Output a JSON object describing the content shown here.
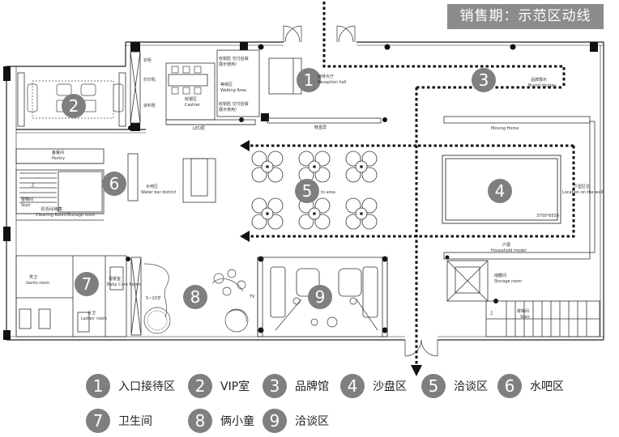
{
  "title": "销售期：示范区动线",
  "zones": [
    {
      "num": "1",
      "label": "入口接待区"
    },
    {
      "num": "2",
      "label": "VIP室"
    },
    {
      "num": "3",
      "label": "品牌馆"
    },
    {
      "num": "4",
      "label": "沙盘区"
    },
    {
      "num": "5",
      "label": "洽谈区"
    },
    {
      "num": "6",
      "label": "水吧区"
    },
    {
      "num": "7",
      "label": "卫生间"
    },
    {
      "num": "8",
      "label": "俩小童"
    },
    {
      "num": "9",
      "label": "洽谈区"
    }
  ],
  "room_labels": {
    "reception": "接待大厅",
    "reception_en": "Reception hall",
    "brand": "品牌展示",
    "brand_en": "Brand display",
    "moving": "Moving Home",
    "clothes": "衣柜",
    "printer": "打印机",
    "material": "资料柜",
    "cashier": "收银区",
    "cashier_en": "Cashier",
    "waiting": "等候区",
    "waiting_en": "Waiting Area",
    "note1": "收钥匙 交付后做",
    "note1b": "展示使用）",
    "note2": "收钥匙 交付后做",
    "note2b": "展示使用）",
    "led": "LED屏",
    "model_screen": "鞋盒屏",
    "pantry": "备餐间",
    "pantry_en": "Pantry",
    "stair": "楼梯间",
    "stair_en": "Stair",
    "cleaning": "清洁间/储藏",
    "cleaning_en": "Cleaning Room/Storage room",
    "waterbar": "水吧区",
    "waterbar_en": "Water bar district",
    "nego_en": "to area",
    "location_wall": "户型区位",
    "location_wall_en": "Location on the wall",
    "sandtable_size": "3700*6550",
    "household": "户展",
    "household_en": "Household model",
    "storage": "储藏间",
    "storage_en": "Storage room",
    "stair2": "楼梯间",
    "stair2_en": "Stair",
    "mens": "男卫",
    "mens_en": "Gents room",
    "ladies": "女卫",
    "ladies_en": "Ladies' room",
    "babycare": "母婴室",
    "babycare_en": "Baby Care Room",
    "kids_age": "5~10岁",
    "tv": "TV",
    "up": "上"
  }
}
